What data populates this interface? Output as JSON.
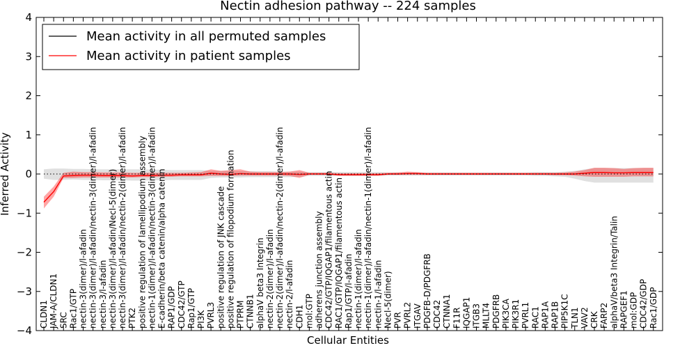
{
  "chart_data": {
    "type": "line",
    "title": "Nectin adhesion pathway -- 224 samples",
    "xlabel": "Cellular Entities",
    "ylabel": "Inferred Activity",
    "ylim": [
      -4,
      4
    ],
    "yticks": [
      -4,
      -3,
      -2,
      -1,
      0,
      1,
      2,
      3,
      4
    ],
    "grid": false,
    "legend_position": "top-left",
    "categories": [
      "CLDN1",
      "JAM-A/CLDN1",
      "SRC",
      "Rac1/GTP",
      "nectin-3(dimer)/l-afadin",
      "nectin-3(dimer)/l-afadin/nectin-3(dimer)/l-afadin",
      "nectin-3/l-afadin",
      "nectin-3(dimer)/l-afadin/Necl-5(dimer)",
      "nectin-3(dimer)/l-afadin/nectin-2(dimer)/l-afadin",
      "PTK2",
      "positive regulation of lamellipodium assembly",
      "nectin-1(dimer)/l-afadin/nectin-3(dimer)/l-afadin",
      "E-cadherin/beta catenin/alpha catenin",
      "RAP1/GDP",
      "CDC42/GTP",
      "Rap1/GTP",
      "PI3K",
      "PVRL3",
      "positive regulation of JNK cascade",
      "positive regulation of filopodium formation",
      "PTPRM",
      "CTNNB1",
      "alphaV beta3 Integrin",
      "nectin-2(dimer)/l-afadin",
      "nectin-2(dimer)/l-afadin/nectin-2(dimer)/l-afadin",
      "nectin-2/l-afadin",
      "CDH1",
      "mol:GTP",
      "adherens junction assembly",
      "CDC42/GTP/IQGAP1/filamentous actin",
      "RAC1/GTP/IQGAP1/filamentous actin",
      "Rap1/GTP/l-afadin",
      "nectin-1(dimer)/l-afadin",
      "nectin-1(dimer)/l-afadin/nectin-1(dimer)/l-afadin",
      "nectin-1/l-afadin",
      "Necl-5(dimer)",
      "PVR",
      "PVRL2",
      "ITGAV",
      "PDGFB-D/PDGFRB",
      "CDC42",
      "CTNNA1",
      "F11R",
      "IQGAP1",
      "ITGB3",
      "MLLT4",
      "PDGFRB",
      "PIK3CA",
      "PIK3R1",
      "PVRL1",
      "RAC1",
      "RAP1A",
      "RAP1B",
      "PIP5K1C",
      "TLN1",
      "VAV2",
      "CRK",
      "FARP2",
      "alphaV/beta3 Integrin/Talin",
      "RAPGEF1",
      "mol:GDP",
      "CDC42/GDP",
      "Rac1/GDP"
    ],
    "series": [
      {
        "name": "Mean activity in all permuted samples",
        "color": "#000000",
        "style": "dotted",
        "values": [
          0.0,
          0.0,
          0.0,
          0.0,
          0.0,
          0.0,
          0.0,
          0.0,
          0.0,
          0.0,
          0.0,
          0.0,
          0.0,
          0.0,
          0.0,
          0.0,
          0.0,
          0.0,
          0.0,
          0.0,
          0.0,
          0.0,
          0.0,
          0.0,
          0.0,
          0.0,
          0.0,
          0.0,
          0.0,
          0.0,
          0.0,
          0.0,
          0.0,
          0.0,
          0.0,
          0.0,
          0.0,
          0.0,
          0.0,
          0.0,
          0.0,
          0.0,
          0.0,
          0.0,
          0.0,
          0.0,
          0.0,
          0.0,
          0.0,
          0.0,
          0.0,
          0.0,
          0.0,
          0.0,
          0.0,
          0.0,
          0.0,
          0.0,
          0.0,
          0.0,
          0.0,
          0.0,
          0.0
        ],
        "band_low": [
          -0.12,
          -0.15,
          -0.15,
          -0.14,
          -0.15,
          -0.15,
          -0.16,
          -0.16,
          -0.16,
          -0.17,
          -0.17,
          -0.16,
          -0.16,
          -0.15,
          -0.15,
          -0.15,
          -0.15,
          -0.1,
          -0.09,
          -0.09,
          -0.09,
          -0.08,
          -0.08,
          -0.08,
          -0.08,
          -0.08,
          -0.07,
          -0.05,
          -0.05,
          -0.05,
          -0.05,
          -0.05,
          -0.05,
          -0.05,
          -0.05,
          -0.04,
          -0.04,
          -0.04,
          -0.04,
          -0.04,
          -0.04,
          -0.04,
          -0.04,
          -0.04,
          -0.04,
          -0.04,
          -0.04,
          -0.04,
          -0.04,
          -0.04,
          -0.05,
          -0.05,
          -0.06,
          -0.07,
          -0.12,
          -0.18,
          -0.22,
          -0.22,
          -0.22,
          -0.22,
          -0.22,
          -0.22,
          -0.22
        ],
        "band_high": [
          0.12,
          0.14,
          0.14,
          0.13,
          0.13,
          0.12,
          0.12,
          0.12,
          0.12,
          0.12,
          0.12,
          0.11,
          0.11,
          0.1,
          0.1,
          0.1,
          0.1,
          0.08,
          0.08,
          0.08,
          0.07,
          0.07,
          0.07,
          0.07,
          0.06,
          0.06,
          0.06,
          0.05,
          0.05,
          0.05,
          0.05,
          0.05,
          0.05,
          0.05,
          0.05,
          0.04,
          0.04,
          0.04,
          0.04,
          0.04,
          0.04,
          0.04,
          0.04,
          0.04,
          0.04,
          0.04,
          0.04,
          0.04,
          0.04,
          0.04,
          0.05,
          0.05,
          0.05,
          0.06,
          0.08,
          0.12,
          0.15,
          0.15,
          0.15,
          0.15,
          0.15,
          0.15,
          0.15
        ]
      },
      {
        "name": "Mean activity in patient samples",
        "color": "#ff0000",
        "style": "solid",
        "values": [
          -0.72,
          -0.45,
          -0.05,
          -0.04,
          -0.03,
          -0.03,
          -0.04,
          -0.04,
          -0.04,
          -0.05,
          -0.04,
          -0.04,
          -0.03,
          -0.03,
          -0.02,
          -0.02,
          -0.02,
          0.02,
          0.0,
          -0.01,
          0.01,
          0.0,
          0.0,
          0.0,
          0.0,
          0.0,
          -0.01,
          0.0,
          0.0,
          0.0,
          -0.02,
          -0.02,
          -0.02,
          -0.02,
          -0.02,
          0.0,
          0.0,
          0.01,
          0.01,
          0.0,
          0.0,
          0.0,
          0.0,
          0.0,
          0.0,
          0.0,
          0.0,
          0.0,
          0.0,
          0.0,
          0.0,
          0.0,
          0.0,
          0.0,
          0.0,
          0.02,
          0.04,
          0.04,
          0.03,
          0.03,
          0.04,
          0.04,
          0.04
        ],
        "band_low": [
          -0.88,
          -0.58,
          -0.1,
          -0.1,
          -0.09,
          -0.09,
          -0.09,
          -0.09,
          -0.09,
          -0.09,
          -0.08,
          -0.08,
          -0.07,
          -0.07,
          -0.06,
          -0.06,
          -0.06,
          -0.05,
          -0.05,
          -0.05,
          -0.04,
          -0.04,
          -0.04,
          -0.04,
          -0.04,
          -0.05,
          -0.1,
          -0.02,
          -0.02,
          -0.02,
          -0.04,
          -0.04,
          -0.04,
          -0.04,
          -0.04,
          -0.02,
          -0.02,
          -0.02,
          -0.02,
          -0.02,
          -0.02,
          -0.02,
          -0.02,
          -0.02,
          -0.02,
          -0.02,
          -0.02,
          -0.02,
          -0.02,
          -0.02,
          -0.02,
          -0.02,
          -0.03,
          -0.03,
          -0.04,
          -0.06,
          -0.07,
          -0.07,
          -0.07,
          -0.07,
          -0.06,
          -0.06,
          -0.06
        ],
        "band_high": [
          -0.58,
          -0.32,
          0.03,
          0.06,
          0.05,
          0.05,
          0.04,
          0.04,
          0.04,
          0.03,
          0.03,
          0.03,
          0.03,
          0.03,
          0.03,
          0.04,
          0.05,
          0.12,
          0.08,
          0.1,
          0.12,
          0.06,
          0.05,
          0.05,
          0.05,
          0.06,
          0.1,
          0.03,
          0.03,
          0.03,
          0.02,
          0.02,
          0.02,
          0.02,
          0.02,
          0.03,
          0.04,
          0.06,
          0.05,
          0.03,
          0.03,
          0.03,
          0.03,
          0.03,
          0.03,
          0.03,
          0.03,
          0.03,
          0.03,
          0.03,
          0.03,
          0.03,
          0.03,
          0.04,
          0.06,
          0.1,
          0.16,
          0.16,
          0.15,
          0.13,
          0.15,
          0.16,
          0.16
        ]
      }
    ]
  }
}
